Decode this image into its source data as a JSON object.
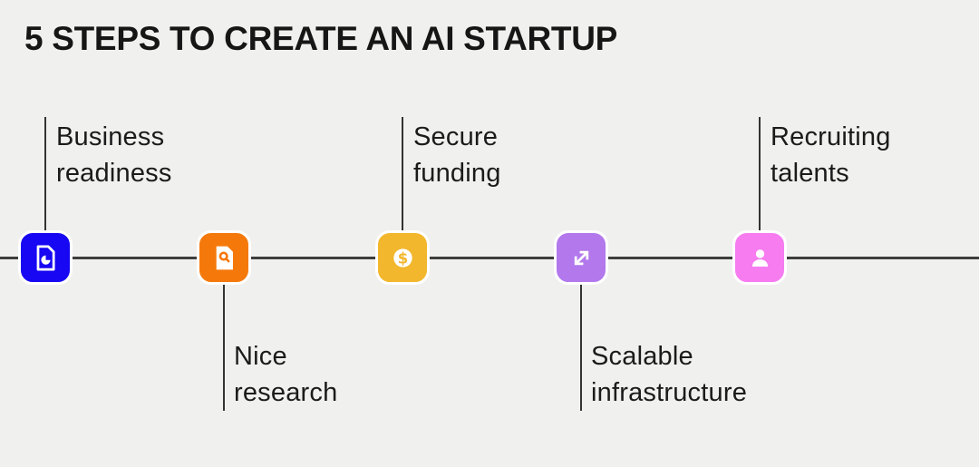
{
  "title": "5 STEPS TO CREATE AN AI STARTUP",
  "colors": {
    "background": "#f0f0ee",
    "timeline_line": "#3d3d3d",
    "connector_line": "#333333",
    "text": "#1b1b1b",
    "tile_border": "#ffffff"
  },
  "steps": [
    {
      "label_line1": "Business",
      "label_line2": "readiness",
      "color": "#1707f2",
      "icon": "document-chart-icon",
      "position": "above"
    },
    {
      "label_line1": "Nice",
      "label_line2": "research",
      "color": "#f5790a",
      "icon": "document-search-icon",
      "position": "below"
    },
    {
      "label_line1": "Secure",
      "label_line2": "funding",
      "color": "#f2b72d",
      "icon": "dollar-coin-icon",
      "position": "above"
    },
    {
      "label_line1": "Scalable",
      "label_line2": "infrastructure",
      "color": "#b278ec",
      "icon": "expand-arrows-icon",
      "position": "below"
    },
    {
      "label_line1": "Recruiting",
      "label_line2": "talents",
      "color": "#f67cf0",
      "icon": "person-icon",
      "position": "above"
    }
  ]
}
